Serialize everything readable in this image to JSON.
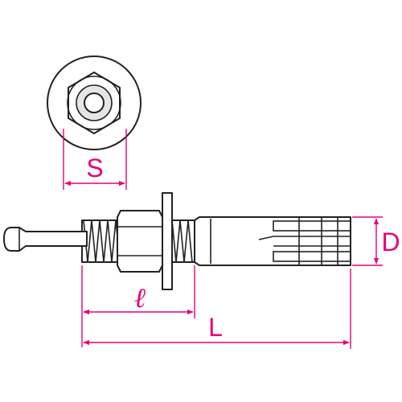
{
  "diagram": {
    "labels": {
      "s": "S",
      "d": "D",
      "l_small": "ℓ",
      "l_big": "L"
    },
    "colors": {
      "line": "#222222",
      "dimension": "#e6007e",
      "background": "#ffffff"
    }
  }
}
